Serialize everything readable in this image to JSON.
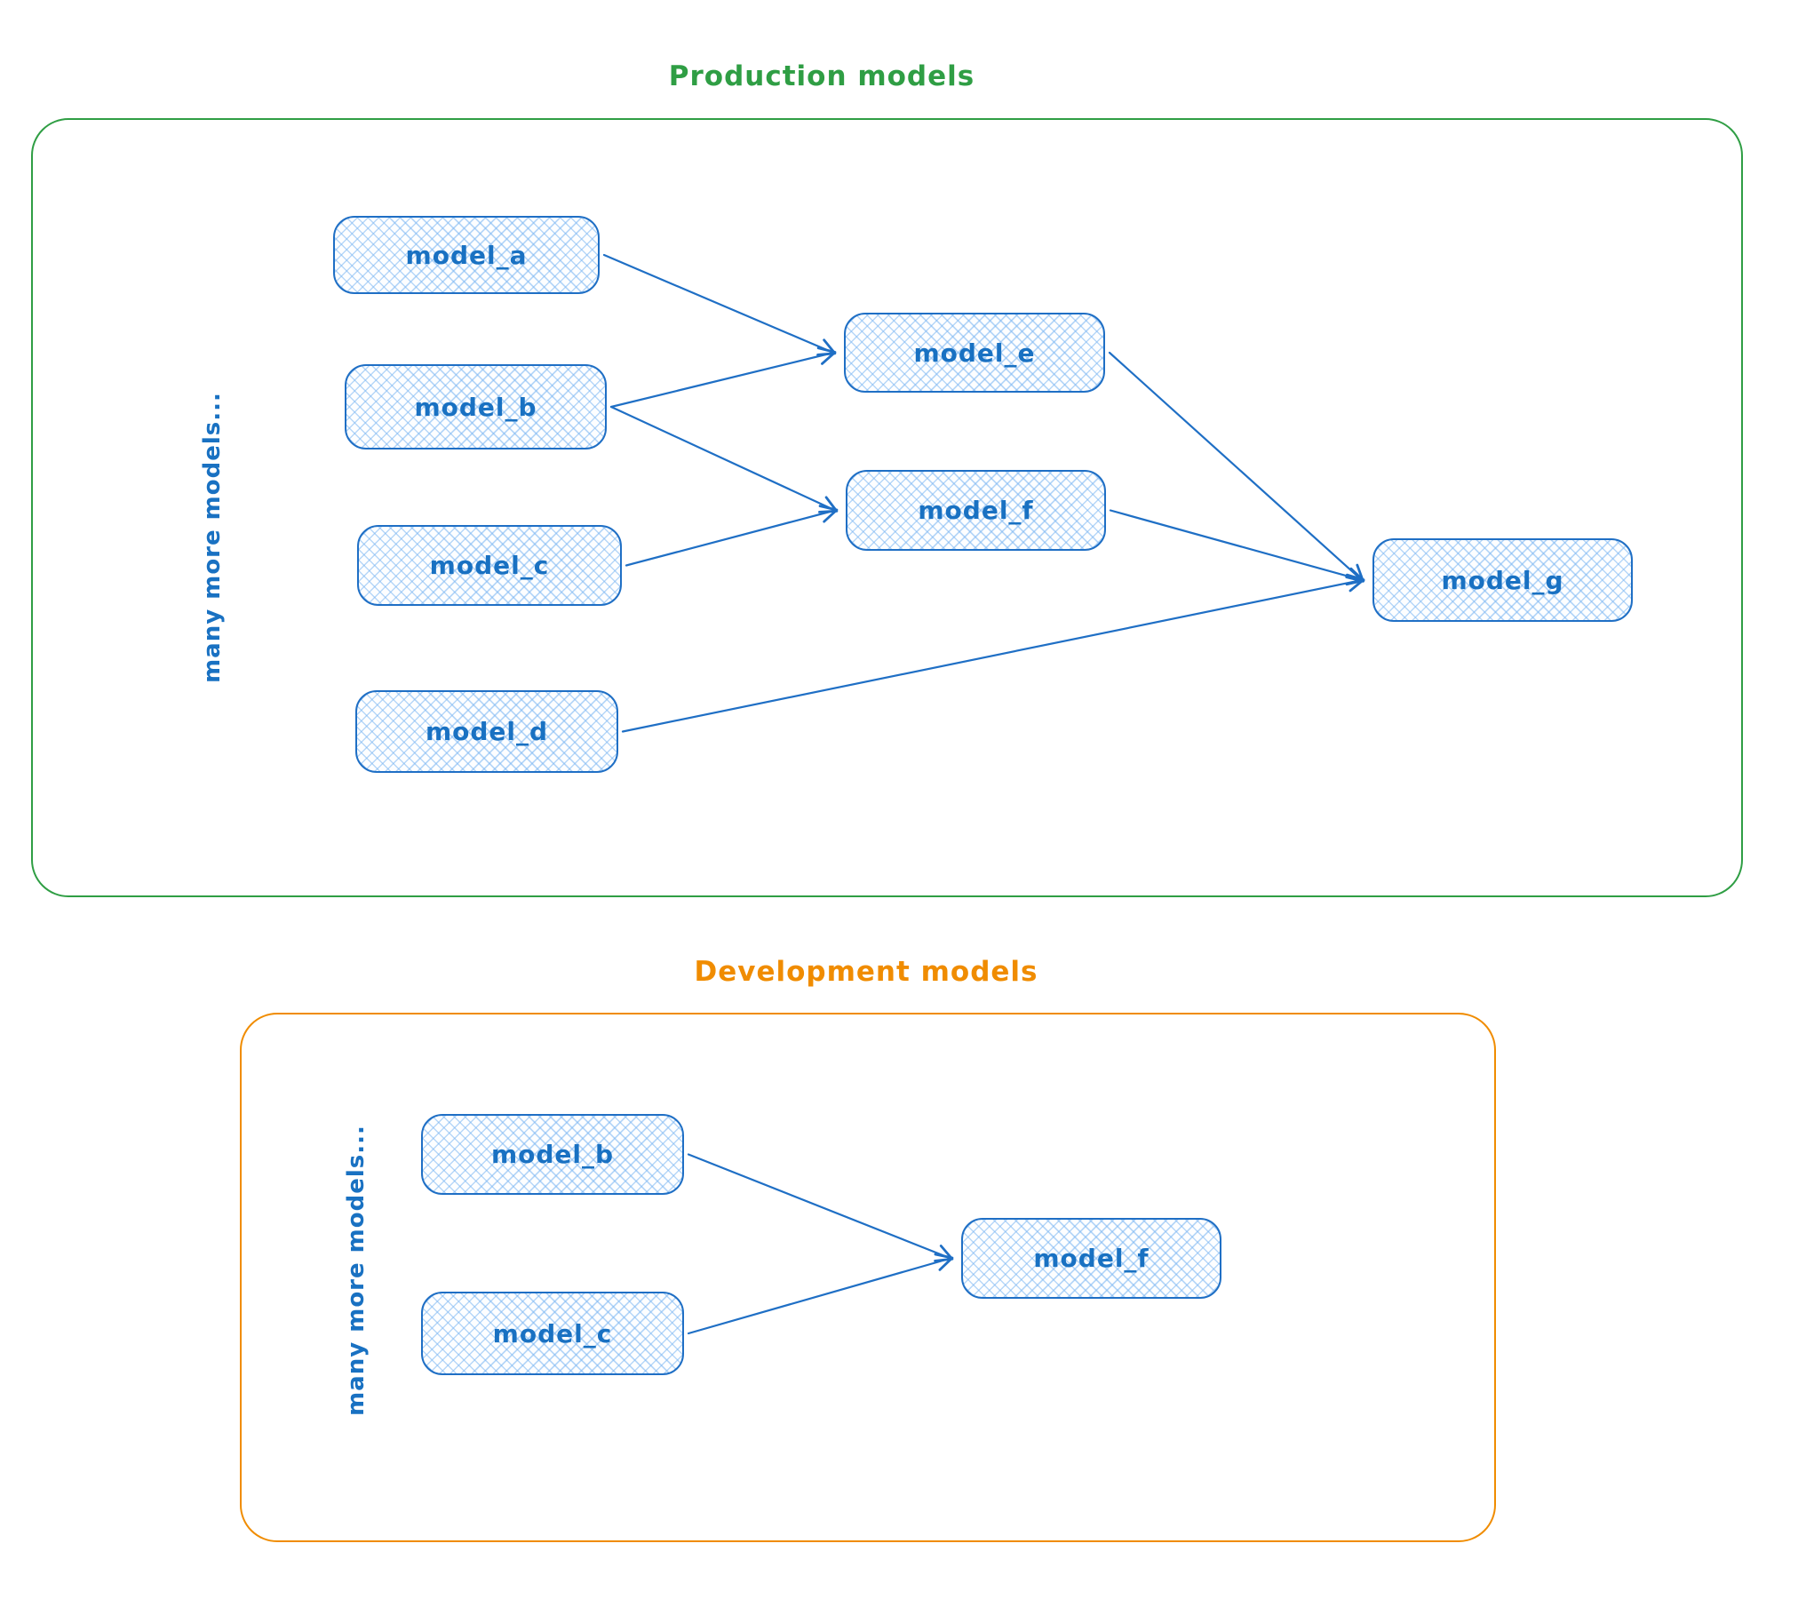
{
  "colors": {
    "node_stroke": "#1f6fc5",
    "node_text": "#1971c2",
    "node_fill_hatch": "#a5d8ff",
    "production_accent": "#2f9e44",
    "development_accent": "#f08c00",
    "arrow": "#1f6fc5"
  },
  "production": {
    "title": "Production models",
    "side_label": "many more models...",
    "nodes": [
      {
        "id": "prod_model_a",
        "label": "model_a"
      },
      {
        "id": "prod_model_b",
        "label": "model_b"
      },
      {
        "id": "prod_model_c",
        "label": "model_c"
      },
      {
        "id": "prod_model_d",
        "label": "model_d"
      },
      {
        "id": "prod_model_e",
        "label": "model_e"
      },
      {
        "id": "prod_model_f",
        "label": "model_f"
      },
      {
        "id": "prod_model_g",
        "label": "model_g"
      }
    ],
    "edges": [
      {
        "from": "prod_model_a",
        "to": "prod_model_e"
      },
      {
        "from": "prod_model_b",
        "to": "prod_model_e"
      },
      {
        "from": "prod_model_b",
        "to": "prod_model_f"
      },
      {
        "from": "prod_model_c",
        "to": "prod_model_f"
      },
      {
        "from": "prod_model_e",
        "to": "prod_model_g"
      },
      {
        "from": "prod_model_f",
        "to": "prod_model_g"
      },
      {
        "from": "prod_model_d",
        "to": "prod_model_g"
      }
    ]
  },
  "development": {
    "title": "Development models",
    "side_label": "many more models...",
    "nodes": [
      {
        "id": "dev_model_b",
        "label": "model_b"
      },
      {
        "id": "dev_model_c",
        "label": "model_c"
      },
      {
        "id": "dev_model_f",
        "label": "model_f"
      }
    ],
    "edges": [
      {
        "from": "dev_model_b",
        "to": "dev_model_f"
      },
      {
        "from": "dev_model_c",
        "to": "dev_model_f"
      }
    ]
  }
}
